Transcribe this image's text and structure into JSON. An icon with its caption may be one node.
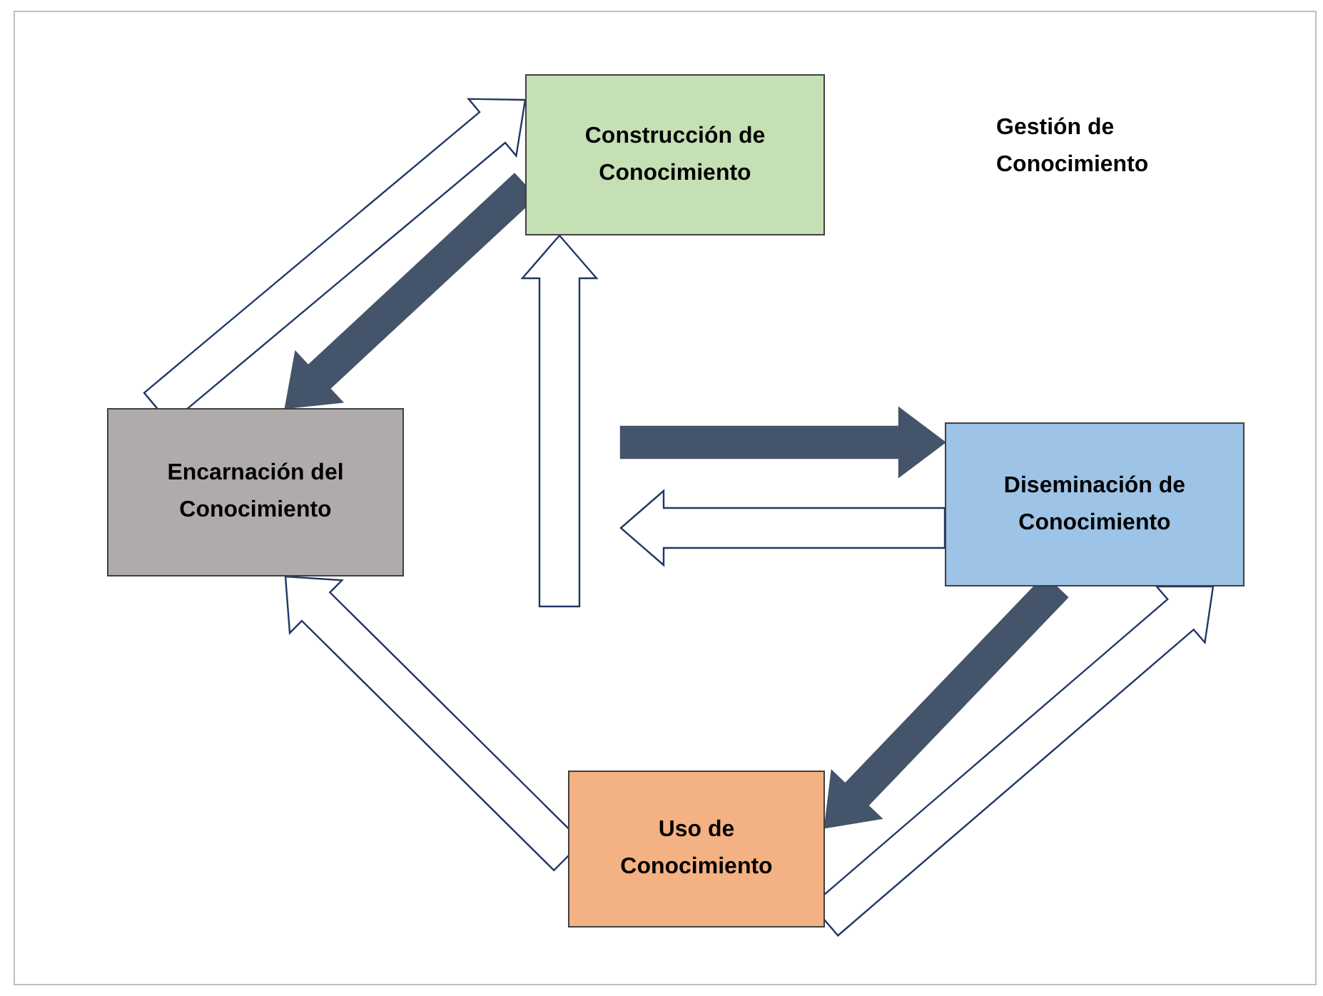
{
  "diagram": {
    "title": "Gestión de Conocimiento",
    "nodes": [
      {
        "text": [
          "Construcción de Conocimiento"
        ]
      },
      {
        "text": [
          "Diseminación de Conocimiento"
        ]
      },
      {
        "text": [
          "Uso de Conocimiento"
        ]
      },
      {
        "text": [
          "Encarnación del Conocimiento"
        ]
      }
    ],
    "edges": [
      {
        "from": 3,
        "to": 0,
        "arrow": "to"
      },
      {
        "from": 0,
        "to": 3,
        "arrow": "to",
        "style": "thick",
        "color": "#44546a"
      },
      {
        "from": null,
        "to": 0,
        "arrow": "to"
      },
      {
        "from": null,
        "to": 1,
        "arrow": "to",
        "style": "thick",
        "color": "#44546a"
      },
      {
        "from": 1,
        "to": null,
        "arrow": "to"
      },
      {
        "from": 1,
        "to": 2,
        "arrow": "to",
        "style": "thick",
        "color": "#44546a"
      },
      {
        "from": 2,
        "to": 1,
        "arrow": "to"
      },
      {
        "from": 2,
        "to": 3,
        "arrow": "to"
      }
    ]
  }
}
